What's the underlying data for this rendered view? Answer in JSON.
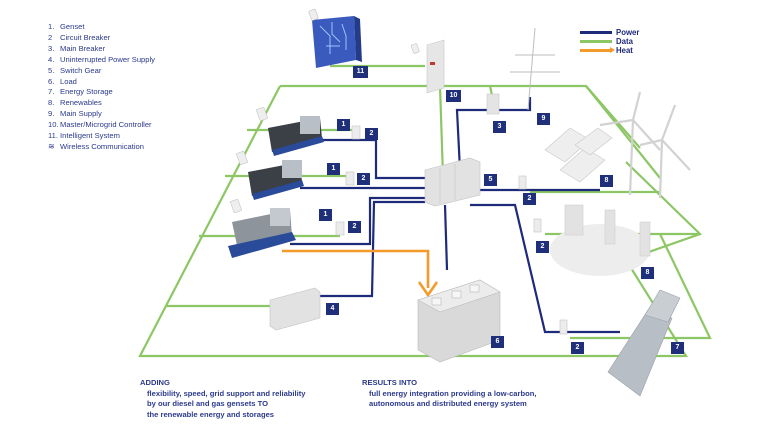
{
  "legend": {
    "items": [
      {
        "num": "1.",
        "label": "Genset"
      },
      {
        "num": "2",
        "label": "Circuit Breaker"
      },
      {
        "num": "3.",
        "label": "Main Breaker"
      },
      {
        "num": "4.",
        "label": "Uninterrupted Power Supply"
      },
      {
        "num": "5.",
        "label": "Switch Gear"
      },
      {
        "num": "6.",
        "label": "Load"
      },
      {
        "num": "7.",
        "label": "Energy Storage"
      },
      {
        "num": "8.",
        "label": "Renewables"
      },
      {
        "num": "9.",
        "label": "Main Supply"
      },
      {
        "num": "10.",
        "label": "Master/Microgrid Controller"
      },
      {
        "num": "11.",
        "label": "Intelligent System"
      }
    ],
    "wireless": {
      "icon": "wifi-icon",
      "glyph": "≋",
      "label": "Wireless Communication"
    }
  },
  "line_legend": [
    {
      "label": "Power",
      "color": "#1e2a7a"
    },
    {
      "label": "Data",
      "color": "#8cc665"
    },
    {
      "label": "Heat",
      "color": "#f39a2b"
    }
  ],
  "badges": {
    "genset_1": "1",
    "genset_2": "1",
    "genset_3": "1",
    "cb_1": "2",
    "cb_2": "2",
    "cb_3": "2",
    "cb_4": "2",
    "cb_5": "2",
    "cb_6": "2",
    "main_breaker": "3",
    "ups": "4",
    "switch_gear": "5",
    "load": "6",
    "energy_storage": "7",
    "solar": "8",
    "wind_chp": "8",
    "main_supply": "9",
    "controller": "10",
    "intelligent_system": "11"
  },
  "captions": {
    "adding": {
      "heading": "ADDING",
      "lines": [
        "flexibility, speed, grid support and reliability",
        "by our diesel and gas gensets TO",
        "the renewable energy and storages"
      ]
    },
    "results": {
      "heading": "RESULTS INTO",
      "lines": [
        "full energy integration providing a low-carbon,",
        "autonomous and distributed energy system"
      ]
    }
  },
  "colors": {
    "power": "#1e2a7a",
    "data": "#8cc665",
    "heat": "#f39a2b",
    "badge": "#1f2f7a"
  }
}
